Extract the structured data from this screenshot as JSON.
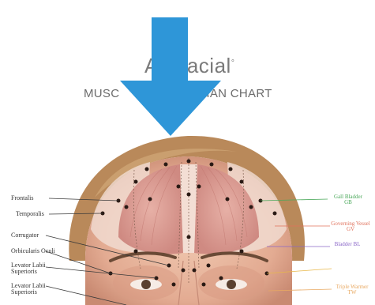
{
  "brand": {
    "title_visible_start": "A",
    "title_visible_end": "acial",
    "title_mark": "°",
    "subtitle_visible_start": "MUSC",
    "subtitle_visible_end": "IAN CHART"
  },
  "overlay": {
    "arrow_icon": "arrow-down-icon",
    "arrow_color": "#2e96d8"
  },
  "left_labels": [
    "Frontalis",
    "Temporalis",
    "Corrugator",
    "Orbicularis Oculi",
    "Levator Labii Superioris",
    "Levator Labii Superioris"
  ],
  "right_labels": [
    {
      "text": "Gall Bladder GB",
      "color": "#4aa85a"
    },
    {
      "text": "Governing Vessel GV",
      "color": "#e0705a"
    },
    {
      "text": "Bladder BL",
      "color": "#8a66c8"
    },
    {
      "text": "",
      "color": "#e8b84a"
    },
    {
      "text": "Triple Warmer TW",
      "color": "#e8a860"
    }
  ],
  "colors": {
    "skin": "#e8b8a0",
    "hair": "#b98a56",
    "muscle": "#d89890",
    "point": "#2a1a14"
  }
}
